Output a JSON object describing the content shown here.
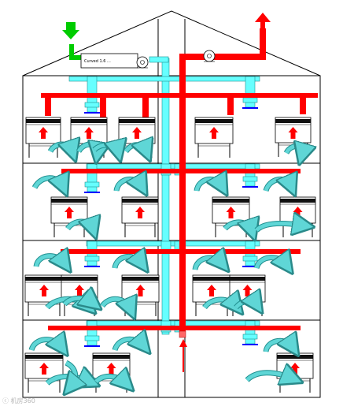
{
  "diagram": {
    "unit_label": "Curved 1.6 ...",
    "floors": 4,
    "colors": {
      "hot_air": "#ff0000",
      "cold_air": "#66ffff",
      "fresh_air_intake": "#00cc00",
      "diffuser": "#0000ff",
      "swirl": "#5fd6d6",
      "outline": "#000000",
      "cabinet_top": "#111111"
    },
    "icons": {
      "fan": "fan-icon",
      "intake": "green-down-arrow-icon",
      "exhaust": "red-up-arrow-icon",
      "cabinet_arrow": "red-up-arrow-icon",
      "airflow": "curved-arrow-icon"
    }
  },
  "watermark": {
    "text": "ⓒ 机房360"
  }
}
